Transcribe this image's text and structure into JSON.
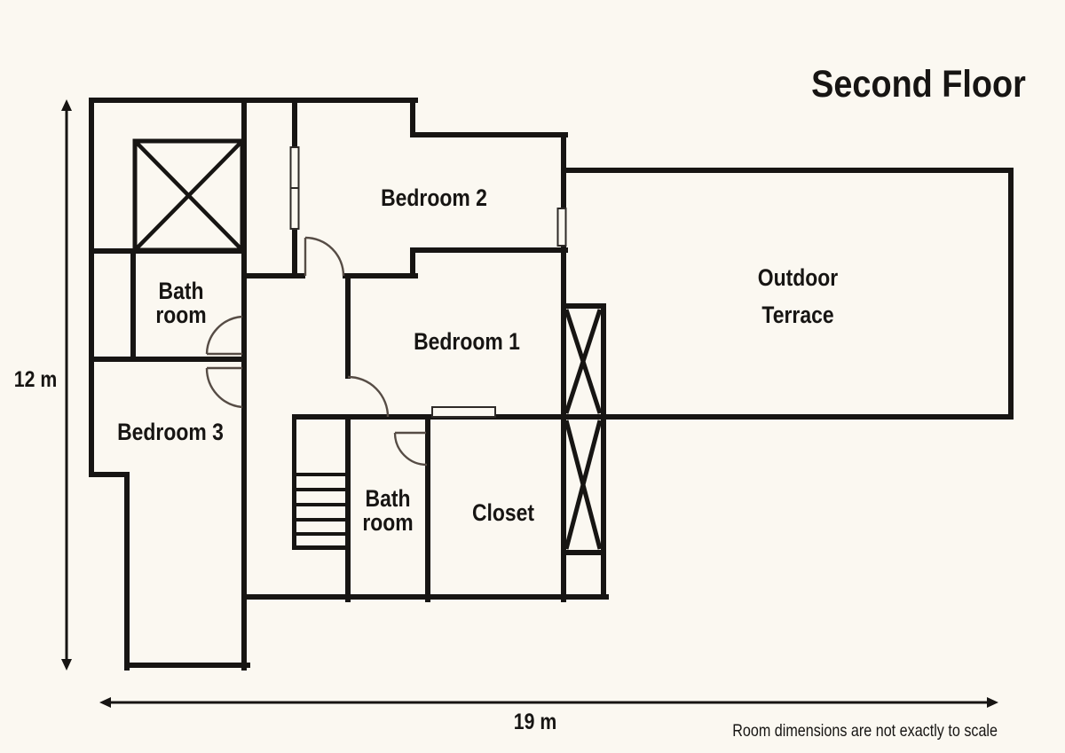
{
  "title": "Second Floor",
  "rooms": {
    "bedroom_2": "Bedroom 2",
    "bedroom_1": "Bedroom 1",
    "bedroom_3": "Bedroom 3",
    "bathroom_upper": {
      "line1": "Bath",
      "line2": "room"
    },
    "bathroom_lower": {
      "line1": "Bath",
      "line2": "room"
    },
    "closet": "Closet",
    "outdoor_terrace": {
      "line1": "Outdoor",
      "line2": "Terrace"
    }
  },
  "dimensions": {
    "vertical": "12 m",
    "horizontal": "19 m"
  },
  "footnote": "Room dimensions are not exactly to scale",
  "colors": {
    "background": "#fbf8f1",
    "wall": "#171513",
    "door_arc": "#564c45"
  }
}
